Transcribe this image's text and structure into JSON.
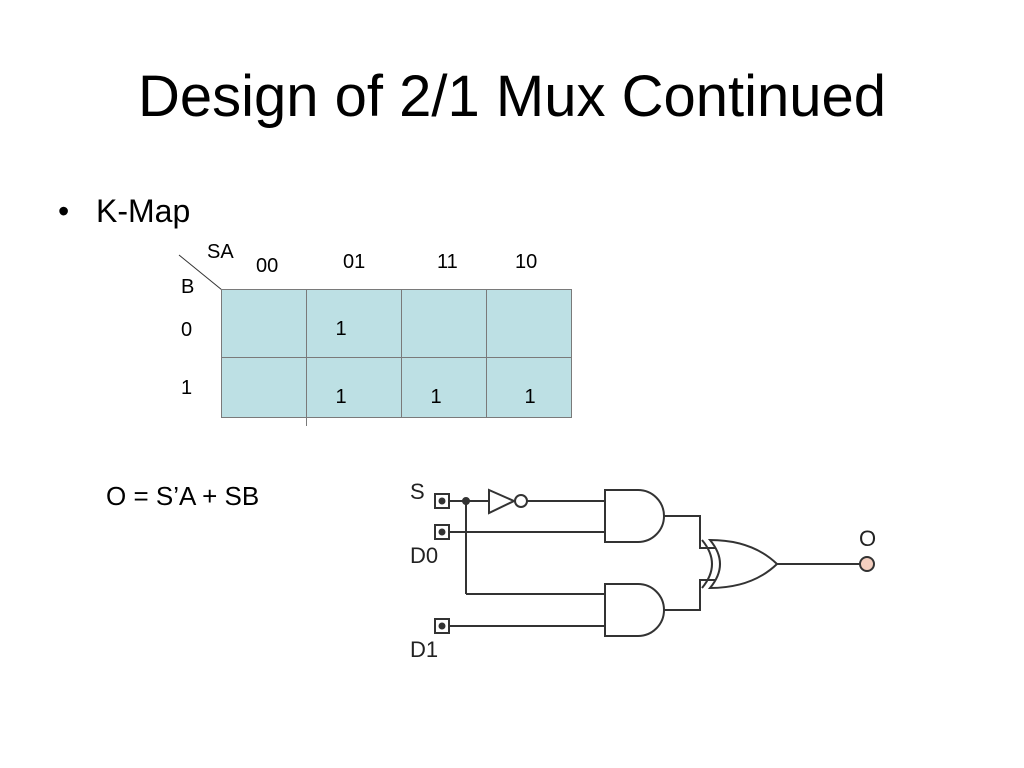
{
  "slide": {
    "title": "Design of 2/1 Mux Continued",
    "bullet_symbol": "•",
    "bullet_text": "K-Map"
  },
  "kmap": {
    "corner_top_label": "SA",
    "corner_left_label": "B",
    "column_headers": [
      "00",
      "01",
      "11",
      "10"
    ],
    "row_headers": [
      "0",
      "1"
    ],
    "cells": [
      [
        "",
        "1",
        "",
        ""
      ],
      [
        "",
        "1",
        "1",
        "1"
      ]
    ],
    "fill_color": "#bde0e4"
  },
  "equation": "O = S’A + SB",
  "circuit": {
    "inputs": [
      "S",
      "D0",
      "D1"
    ],
    "output": "O",
    "output_pin_color": "#f4cfc0"
  }
}
